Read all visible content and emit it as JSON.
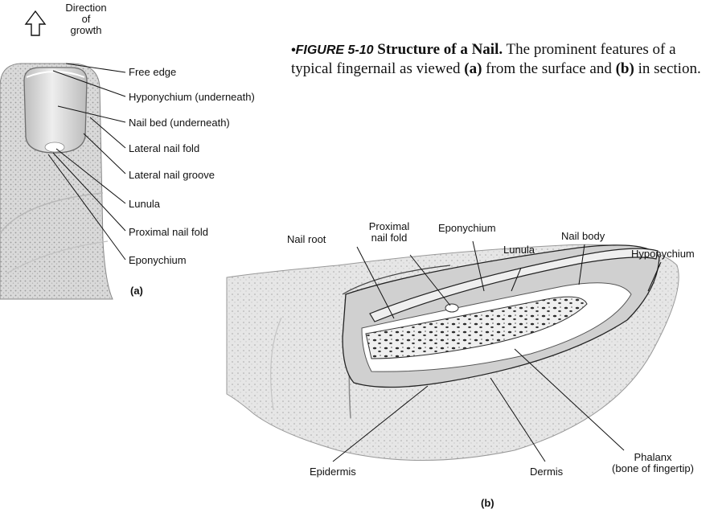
{
  "figure": {
    "number": "•FIGURE 5-10",
    "title": "Structure of a Nail.",
    "caption_parts": [
      "The prominent features of a typical fingernail as viewed ",
      "(a)",
      " from the surface and ",
      "(b)",
      " in section."
    ]
  },
  "panel_a": {
    "panel_label": "(a)",
    "growth_label": [
      "Direction",
      "of",
      "growth"
    ],
    "labels": {
      "free_edge": "Free edge",
      "hyponychium": "Hyponychium (underneath)",
      "nail_bed": "Nail bed (underneath)",
      "lateral_nail_fold": "Lateral nail fold",
      "lateral_nail_groove": "Lateral nail groove",
      "lunula": "Lunula",
      "proximal_nail_fold": "Proximal nail fold",
      "eponychium": "Eponychium"
    }
  },
  "panel_b": {
    "panel_label": "(b)",
    "labels": {
      "nail_root": "Nail root",
      "proximal_nail_fold": [
        "Proximal",
        "nail fold"
      ],
      "eponychium": "Eponychium",
      "lunula": "Lunula",
      "nail_body": "Nail body",
      "hyponychium": "Hyponychium",
      "phalanx": [
        "Phalanx",
        "(bone of fingertip)"
      ],
      "epidermis": "Epidermis",
      "dermis": "Dermis"
    }
  }
}
